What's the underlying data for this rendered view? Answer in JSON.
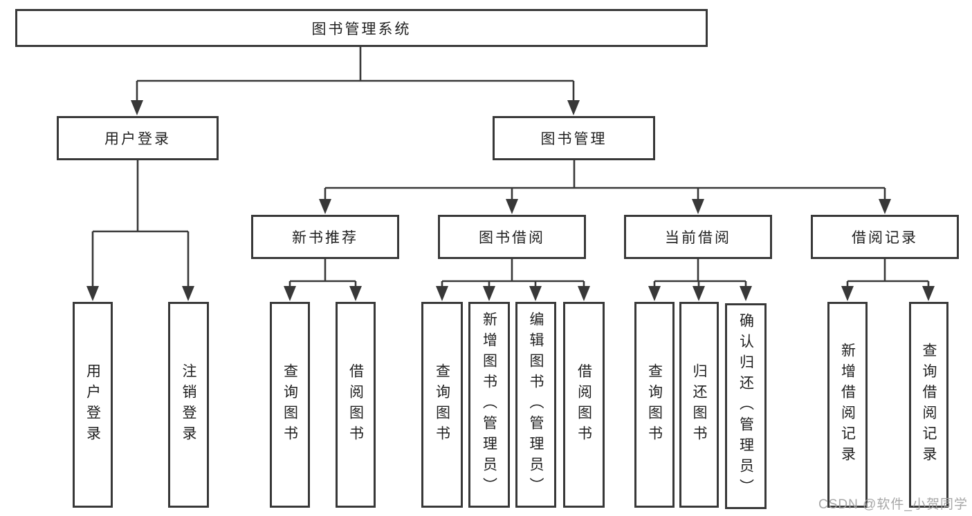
{
  "diagram_title": "图书管理系统",
  "nodes": {
    "root": {
      "label": "图书管理系统"
    },
    "user_login": {
      "label": "用户登录"
    },
    "book_management": {
      "label": "图书管理"
    },
    "new_book_recommend": {
      "label": "新书推荐"
    },
    "book_borrowing": {
      "label": "图书借阅"
    },
    "current_borrowing": {
      "label": "当前借阅"
    },
    "borrowing_records": {
      "label": "借阅记录"
    },
    "leaf_user_login": {
      "label": "用户登录"
    },
    "leaf_logout": {
      "label": "注销登录"
    },
    "leaf_query_books_1": {
      "label": "查询图书"
    },
    "leaf_borrow_books_1": {
      "label": "借阅图书"
    },
    "leaf_query_books_2": {
      "label": "查询图书"
    },
    "leaf_add_books_admin": {
      "label": "新增图书（管理员）"
    },
    "leaf_edit_books_admin": {
      "label": "编辑图书（管理员）"
    },
    "leaf_borrow_books_2": {
      "label": "借阅图书"
    },
    "leaf_query_books_3": {
      "label": "查询图书"
    },
    "leaf_return_books": {
      "label": "归还图书"
    },
    "leaf_confirm_return_admin": {
      "label": "确认归还（管理员）"
    },
    "leaf_add_borrow_record": {
      "label": "新增借阅记录"
    },
    "leaf_query_borrow_record": {
      "label": "查询借阅记录"
    }
  },
  "hierarchy": {
    "root_children": [
      "用户登录",
      "图书管理"
    ],
    "user_login_children": [
      "用户登录",
      "注销登录"
    ],
    "book_management_children": [
      "新书推荐",
      "图书借阅",
      "当前借阅",
      "借阅记录"
    ],
    "new_book_recommend_children": [
      "查询图书",
      "借阅图书"
    ],
    "book_borrowing_children": [
      "查询图书",
      "新增图书（管理员）",
      "编辑图书（管理员）",
      "借阅图书"
    ],
    "current_borrowing_children": [
      "查询图书",
      "归还图书",
      "确认归还（管理员）"
    ],
    "borrowing_records_children": [
      "新增借阅记录",
      "查询借阅记录"
    ]
  },
  "watermark": {
    "text": "CSDN @软件_小贺同学"
  },
  "colors": {
    "line": "#383838",
    "box_border": "#383838",
    "text": "#1f1f1f",
    "watermark": "#a3a3a3",
    "background": "#ffffff"
  }
}
